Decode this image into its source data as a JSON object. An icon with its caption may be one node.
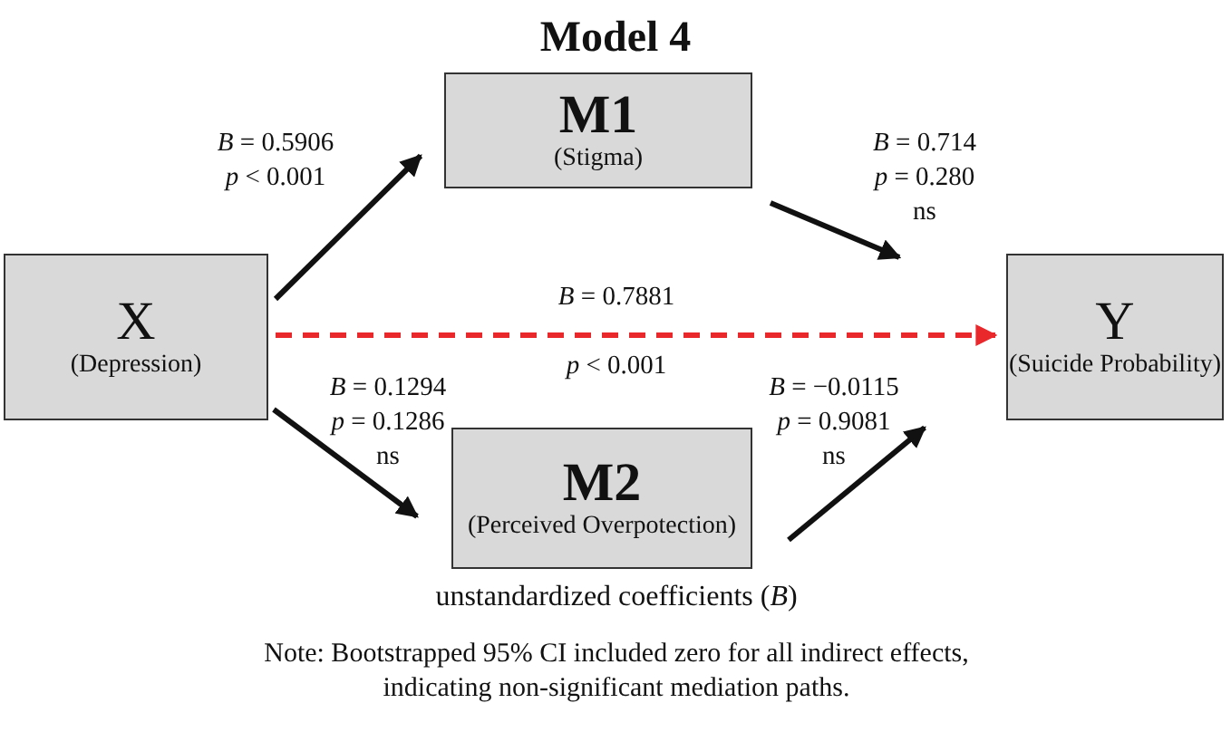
{
  "diagram": {
    "title": "Model 4",
    "nodes": [
      {
        "text": [
          "X",
          "(Depression)"
        ]
      },
      {
        "text": [
          "M1",
          "(Stigma)"
        ]
      },
      {
        "text": [
          "M2",
          "(Perceived Overpotection)"
        ]
      },
      {
        "text": [
          "Y",
          "(Suicide Probability)"
        ]
      }
    ],
    "edges": [
      {
        "from": 0,
        "to": 1,
        "arrow": "to",
        "label": "*B* = 0.5906 *p* < 0.001"
      },
      {
        "from": 1,
        "to": 3,
        "arrow": "to",
        "label": "*B* = 0.714 *p* = 0.280 ns"
      },
      {
        "from": 0,
        "to": 2,
        "arrow": "to",
        "label": "*B* = 0.1294 *p* = 0.1286 ns"
      },
      {
        "from": 2,
        "to": 3,
        "arrow": "to",
        "label": "*B* = −0.0115 *p* = 0.9081 ns"
      },
      {
        "from": 0,
        "to": 3,
        "arrow": "to",
        "style": "dashed",
        "color": "#e8282b"
      }
    ],
    "labels": [
      "*B* = 0.7881",
      "*p* < 0.001",
      "unstandardized coefficients (*B*)",
      "Note: Bootstrapped 95% CI included zero for all indirect effects, indicating non-significant mediation paths."
    ]
  }
}
